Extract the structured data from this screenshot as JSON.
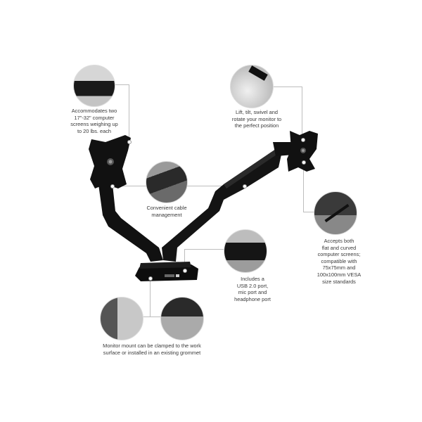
{
  "callouts": [
    {
      "id": "screens",
      "text": "Accommodates two\n17\"-32\" computer\nscreens weighing up\nto 20 lbs. each"
    },
    {
      "id": "adjust",
      "text": "Lift, tilt, swivel and\nrotate your monitor to\nthe perfect position"
    },
    {
      "id": "cable",
      "text": "Convenient cable\nmanagement"
    },
    {
      "id": "vesa",
      "text": "Accepts both\nflat and curved\ncomputer screens;\ncompatible with\n75x75mm and\n100x100mm VESA\nsize standards"
    },
    {
      "id": "ports",
      "text": "Includes a\nUSB 2.0 port,\nmic port and\nheadphone port"
    },
    {
      "id": "mount",
      "text": "Monitor mount can be clamped to the work\nsurface or installed in an existing grommet"
    }
  ],
  "colors": {
    "arm": "#111111",
    "line": "#bdbdbd",
    "text": "#3a3a3a"
  }
}
